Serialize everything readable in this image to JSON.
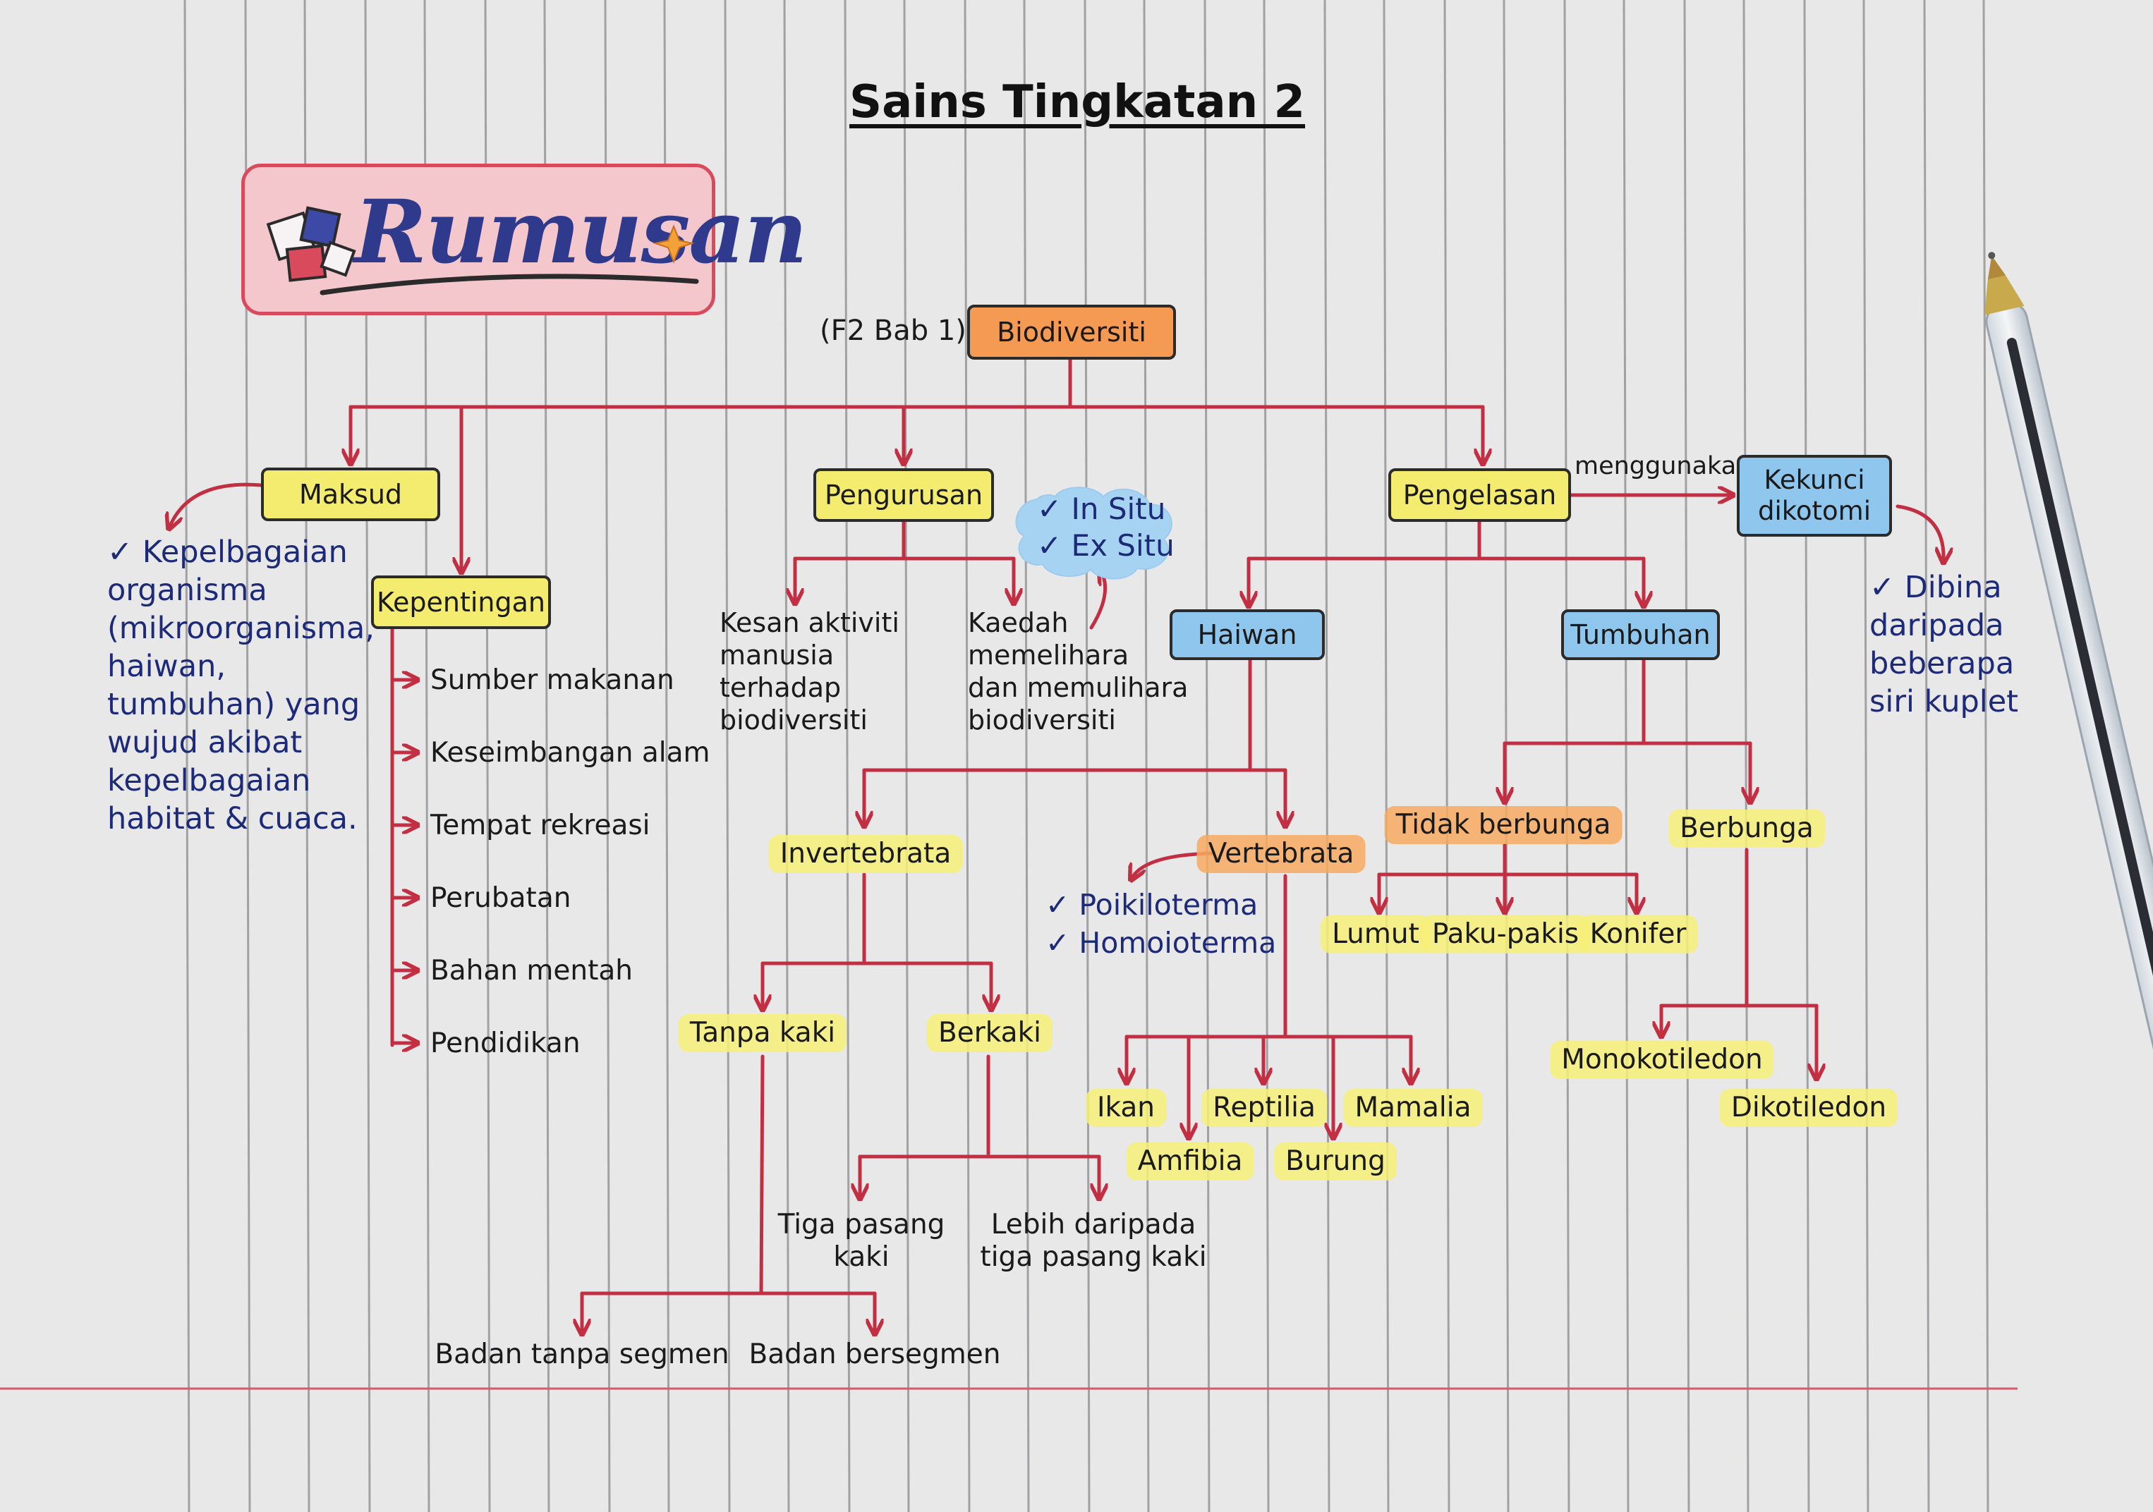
{
  "page_title": "Sains Tingkatan 2",
  "logo_text": "Rumusan",
  "chapter_label": "(F2 Bab 1)",
  "root": "Biodiversiti",
  "nodes": {
    "maksud": "Maksud",
    "kepentingan": "Kepentingan",
    "pengurusan": "Pengurusan",
    "pengelasan": "Pengelasan",
    "kekunci": "Kekunci\ndikotomi",
    "menggunakan": "menggunakan",
    "haiwan": "Haiwan",
    "tumbuhan": "Tumbuhan",
    "invertebrata": "Invertebrata",
    "vertebrata": "Vertebrata",
    "tanpa_kaki": "Tanpa kaki",
    "berkaki": "Berkaki",
    "tiga_pasang": "Tiga pasang\nkaki",
    "lebih_tiga": "Lebih daripada\ntiga pasang kaki",
    "badan_tanpa": "Badan tanpa segmen",
    "badan_ber": "Badan bersegmen",
    "ikan": "Ikan",
    "amfibia": "Amfibia",
    "reptilia": "Reptilia",
    "burung": "Burung",
    "mamalia": "Mamalia",
    "tidak_berbunga": "Tidak berbunga",
    "berbunga": "Berbunga",
    "lumut": "Lumut",
    "paku_pakis": "Paku-pakis",
    "konifer": "Konifer",
    "monokotiledon": "Monokotiledon",
    "dikotiledon": "Dikotiledon",
    "kesan": "Kesan aktiviti\nmanusia\nterhadap\nbiodiversiti",
    "kaedah": "Kaedah\nmemelihara\ndan memulihara\nbiodiversiti"
  },
  "kepentingan_items": [
    "Sumber makanan",
    "Keseimbangan alam",
    "Tempat rekreasi",
    "Perubatan",
    "Bahan mentah",
    "Pendidikan"
  ],
  "notes": {
    "maksud": "✓ Kepelbagaian\norganisma\n(mikroorganisma,\nhaiwan,\ntumbuhan) yang\nwujud akibat\nkepelbagaian\nhabitat & cuaca.",
    "kekunci": "✓ Dibina\ndaripada\nbeberapa\nsiri kuplet",
    "situ": "✓ In Situ\n✓ Ex Situ",
    "vertebrata": "✓ Poikiloterma\n✓ Homoioterma"
  },
  "colors": {
    "connector": "#c22f43",
    "ink_note": "#1c2a78",
    "box_yellow": "#f3ec6f",
    "box_blue": "#8ec6ee",
    "box_orange": "#f59a52",
    "highlight_yellow": "#f6f078",
    "highlight_orange": "#f7aa60"
  }
}
